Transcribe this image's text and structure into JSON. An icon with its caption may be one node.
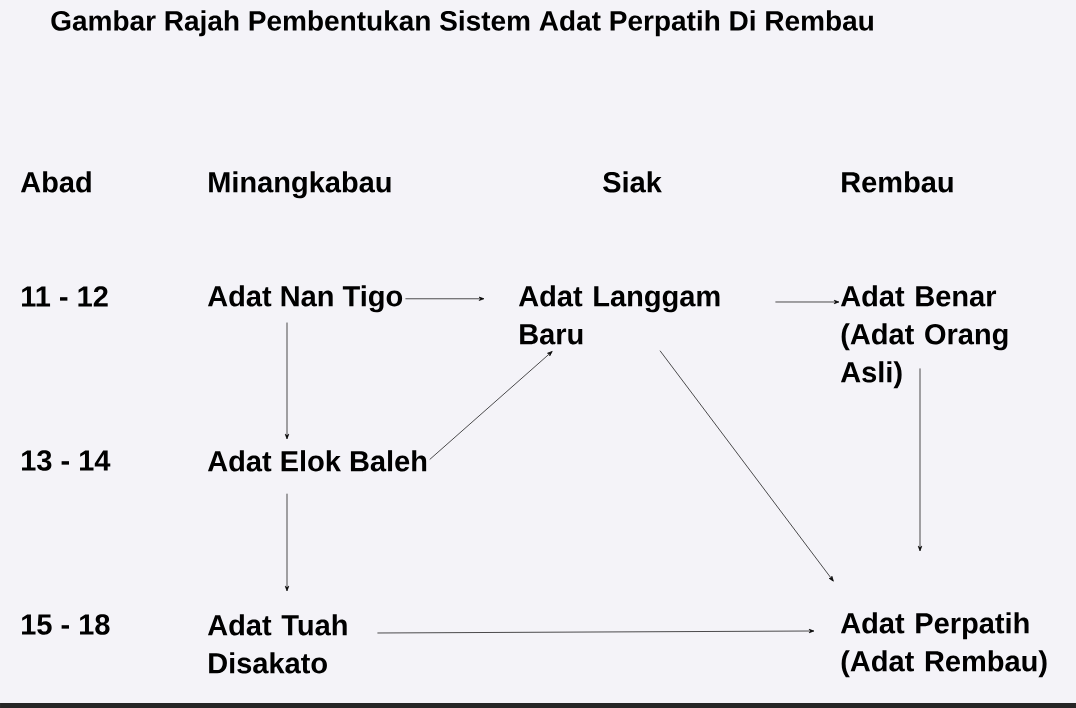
{
  "diagram": {
    "title": "Gambar Rajah Pembentukan Sistem Adat Perpatih Di Rembau",
    "nodes": [
      {
        "text": [
          "Adat Nan Tigo"
        ]
      },
      {
        "text": [
          "Adat Langgam Baru"
        ]
      },
      {
        "text": [
          "Adat Benar (Adat Orang Asli)"
        ]
      },
      {
        "text": [
          "Adat Elok Baleh"
        ]
      },
      {
        "text": [
          "Adat Tuah Disakato"
        ]
      },
      {
        "text": [
          "Adat Perpatih (Adat Rembau)"
        ]
      }
    ],
    "edges": [
      {
        "from": 0,
        "to": 1,
        "arrow": "to"
      },
      {
        "from": 1,
        "to": 2,
        "arrow": "to"
      },
      {
        "from": 0,
        "to": 3,
        "arrow": "to"
      },
      {
        "from": 3,
        "to": 1,
        "arrow": "to"
      },
      {
        "from": 3,
        "to": 4,
        "arrow": "to"
      },
      {
        "from": 1,
        "to": 5,
        "arrow": "to"
      },
      {
        "from": 2,
        "to": 5,
        "arrow": "to"
      },
      {
        "from": 4,
        "to": 5,
        "arrow": "to"
      }
    ],
    "labels": [
      "Abad",
      "Minangkabau",
      "Siak",
      "Rembau",
      "11 - 12",
      "13 - 14",
      "15 - 18"
    ]
  }
}
